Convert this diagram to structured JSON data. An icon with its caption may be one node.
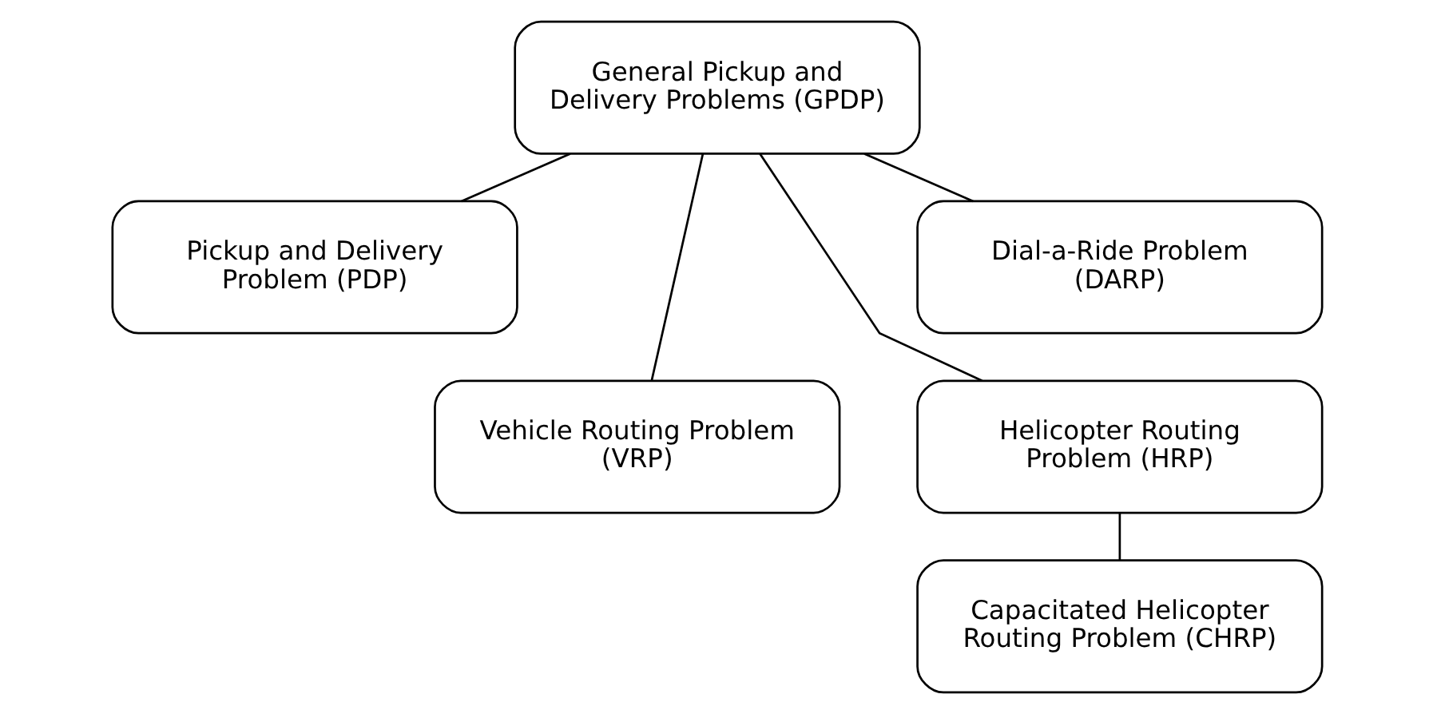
{
  "diagram": {
    "nodes": [
      {
        "text": [
          "General Pickup and Delivery Problems (GPDP)"
        ]
      },
      {
        "text": [
          "Pickup and Delivery Problem (PDP)"
        ]
      },
      {
        "text": [
          "Dial-a-Ride Problem (DARP)"
        ]
      },
      {
        "text": [
          "Vehicle Routing Problem (VRP)"
        ]
      },
      {
        "text": [
          "Helicopter Routing Problem (HRP)"
        ]
      },
      {
        "text": [
          "Capacitated Helicopter Routing Problem (CHRP)"
        ]
      }
    ],
    "edges": [
      {
        "from": 0,
        "to": 1,
        "arrow": "none"
      },
      {
        "from": 0,
        "to": 2,
        "arrow": "none"
      },
      {
        "from": 0,
        "to": 3,
        "arrow": "none"
      },
      {
        "from": 0,
        "to": 4,
        "arrow": "none"
      },
      {
        "from": 4,
        "to": 5,
        "arrow": "none"
      }
    ]
  }
}
